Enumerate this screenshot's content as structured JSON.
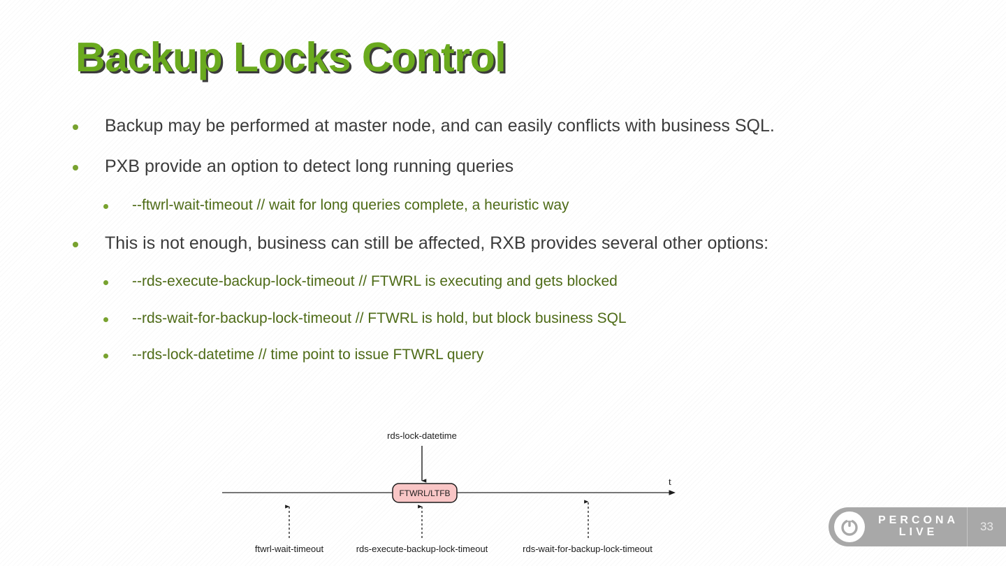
{
  "slide": {
    "title": "Backup Locks Control",
    "page_number": "33",
    "title_color": "#6aaa1e",
    "title_shadow_color": "#3b3b3b",
    "bullet_color": "#78a22f",
    "body_text_color": "#3b3b3b",
    "sub_text_color": "#4e6b17",
    "background_color": "#ffffff"
  },
  "bullets": [
    {
      "level": 1,
      "text": "Backup may be performed at master node, and can easily conflicts with business SQL."
    },
    {
      "level": 1,
      "text": "PXB provide an option to detect long running queries"
    },
    {
      "level": 2,
      "text": "--ftwrl-wait-timeout // wait for long queries complete, a heuristic way"
    },
    {
      "level": 1,
      "text": "This is not enough, business can still be affected, RXB provides several other options:"
    },
    {
      "level": 2,
      "text": "--rds-execute-backup-lock-timeout // FTWRL is executing and gets blocked"
    },
    {
      "level": 2,
      "text": "--rds-wait-for-backup-lock-timeout // FTWRL is hold, but block business SQL"
    },
    {
      "level": 2,
      "text": "--rds-lock-datetime // time point to issue FTWRL query"
    }
  ],
  "diagram": {
    "top_label": "rds-lock-datetime",
    "box_label": "FTWRL/LTFB",
    "box_fill": "#f9c6c6",
    "box_stroke": "#1c1c1c",
    "axis_label": "t",
    "bottom_labels": [
      "ftwrl-wait-timeout",
      "rds-execute-backup-lock-timeout",
      "rds-wait-for-backup-lock-timeout"
    ]
  },
  "logo": {
    "line1": "PERCONA",
    "line2": "LIVE",
    "bar_color": "#9a9a9a"
  }
}
